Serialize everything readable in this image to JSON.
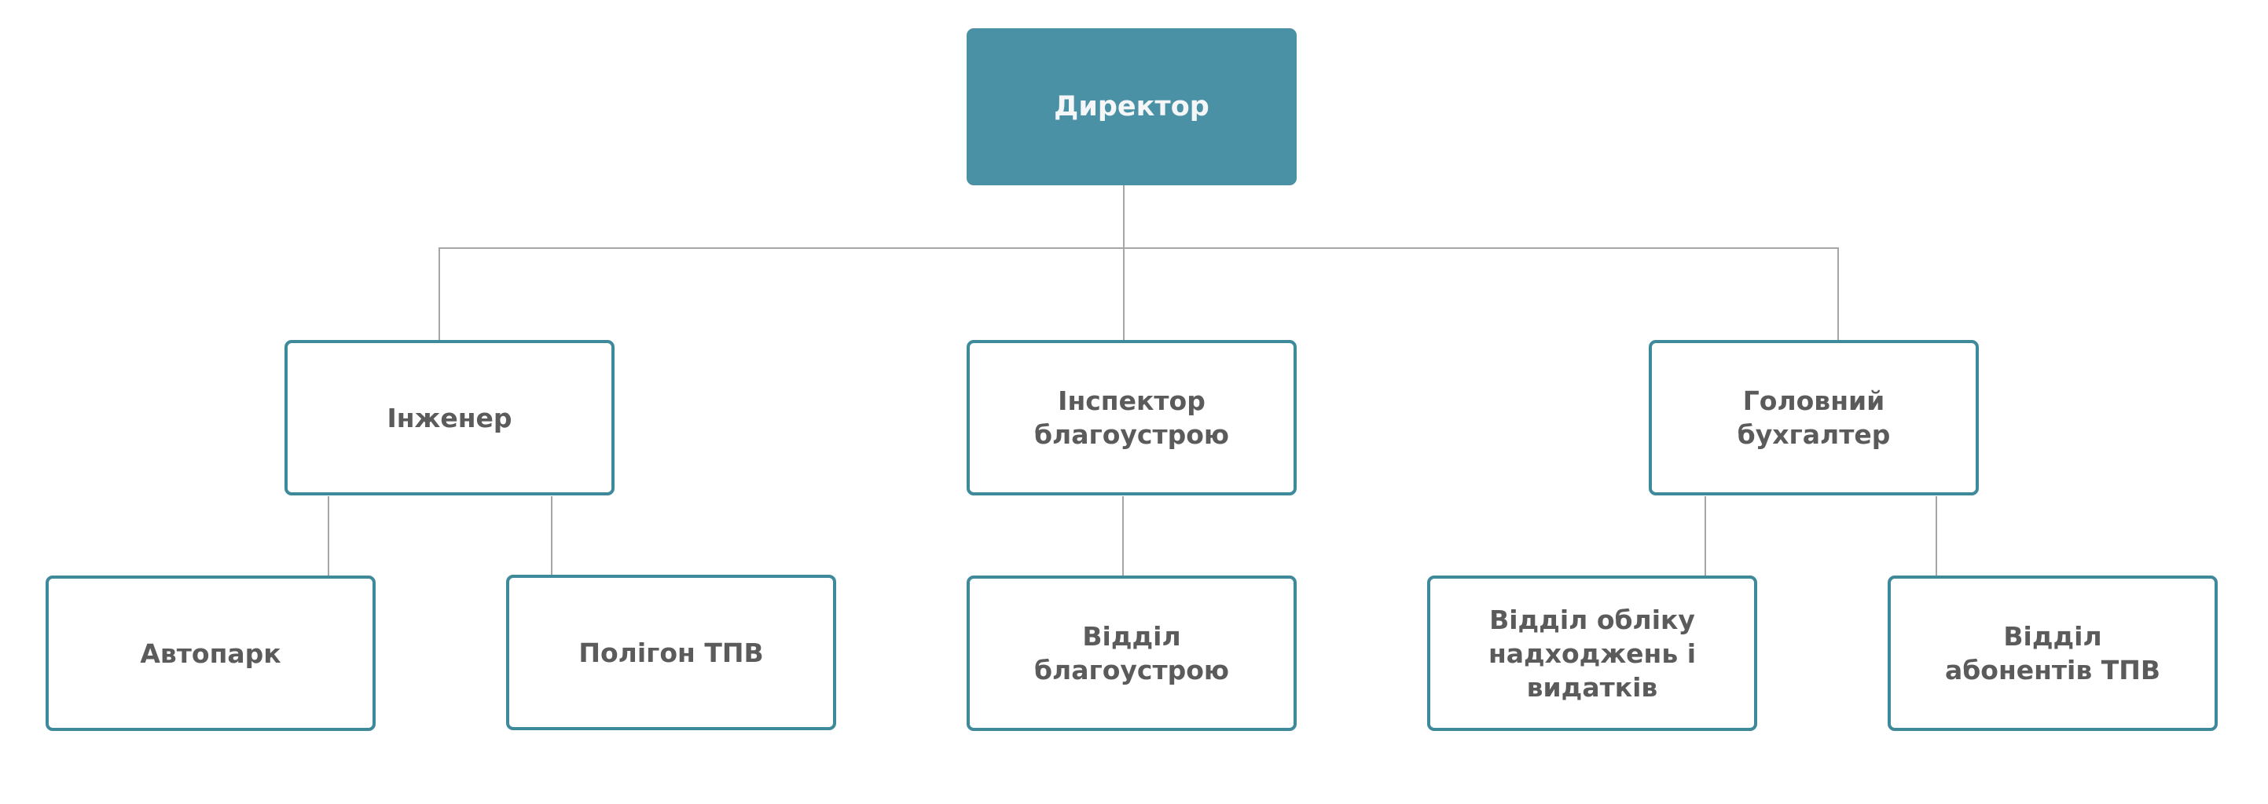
{
  "theme": {
    "root_fill": "#4a91a6",
    "node_border": "#3f8a9a",
    "connector": "#a6a6a6",
    "text": "#5b5b5b"
  },
  "org_chart": {
    "root": {
      "label": "Директор"
    },
    "level2": [
      {
        "label": "Інженер",
        "children": [
          {
            "label": "Автопарк"
          },
          {
            "label": "Полігон ТПВ"
          }
        ]
      },
      {
        "label": "Інспектор\nблагоустрою",
        "children": [
          {
            "label": "Відділ\nблагоустрою"
          }
        ]
      },
      {
        "label": "Головний\nбухгалтер",
        "children": [
          {
            "label": "Відділ обліку\nнадходжень і\nвидатків"
          },
          {
            "label": "Відділ\nабонентів ТПВ"
          }
        ]
      }
    ]
  }
}
